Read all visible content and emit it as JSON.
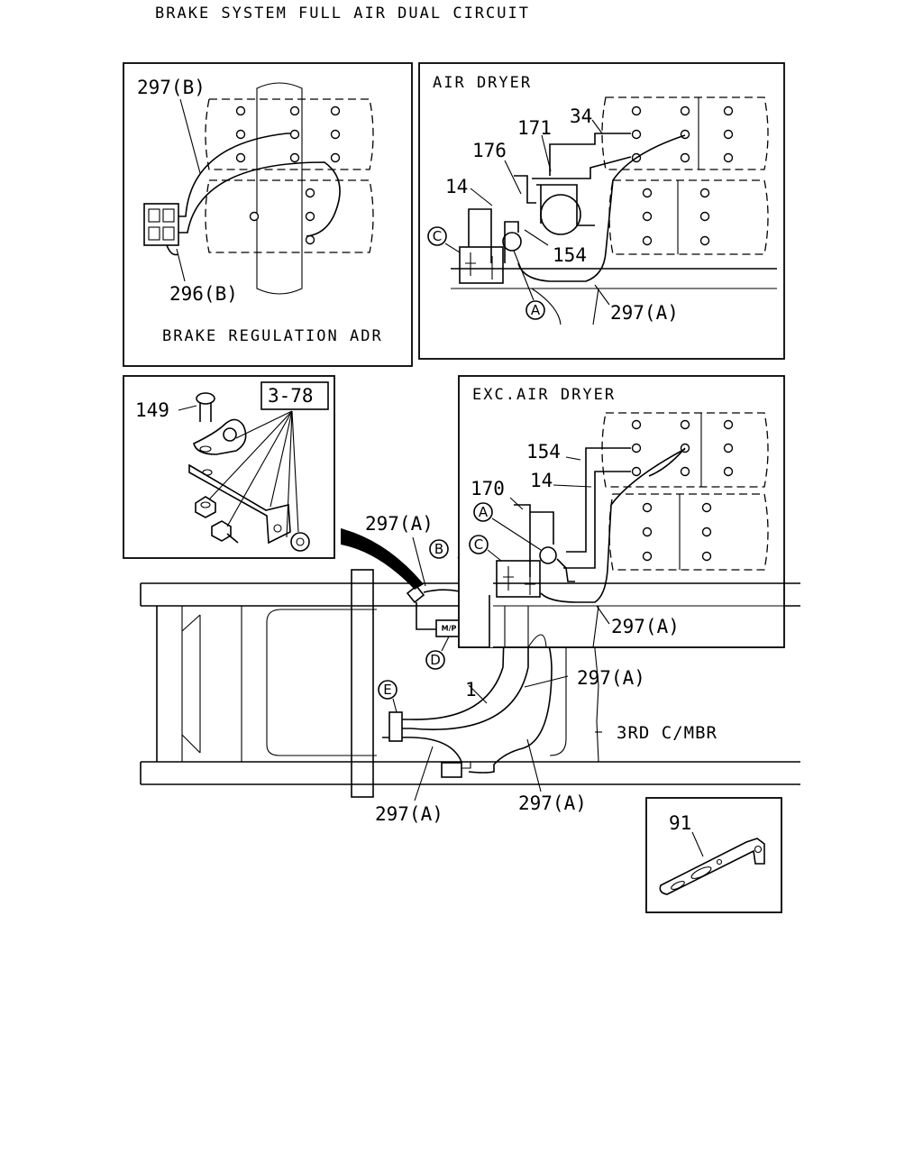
{
  "title": "BRAKE SYSTEM FULL AIR DUAL CIRCUIT",
  "panels": {
    "adr": {
      "caption": "BRAKE REGULATION ADR",
      "labels": {
        "hose_b_upper": "297(B)",
        "hose_b_lower": "296(B)"
      }
    },
    "air_dryer": {
      "caption": "AIR DRYER",
      "labels": {
        "p34": "34",
        "p171": "171",
        "p176": "176",
        "p14": "14",
        "p154": "154",
        "p297a": "297(A)"
      }
    },
    "clamp": {
      "labels": {
        "p149": "149",
        "ref": "3-78"
      }
    },
    "exc_air_dryer": {
      "caption": "EXC.AIR DRYER",
      "labels": {
        "p154": "154",
        "p14": "14",
        "p170": "170",
        "p297a": "297(A)"
      }
    },
    "bracket": {
      "labels": {
        "p91": "91"
      }
    }
  },
  "main": {
    "labels": {
      "hose_top": "297(A)",
      "hose_mid": "297(A)",
      "hose_bottom_left": "297(A)",
      "hose_bottom_right": "297(A)",
      "pipe_1": "1",
      "crossmember": "3RD C/MBR",
      "mp": "M/P"
    }
  },
  "callouts": {
    "A": "A",
    "B": "B",
    "C": "C",
    "D": "D",
    "E": "E"
  }
}
